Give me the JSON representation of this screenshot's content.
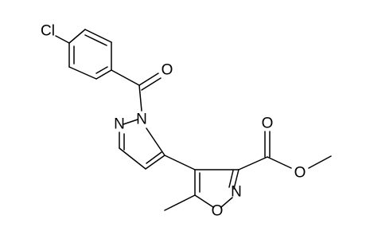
{
  "molecule": {
    "atom_labels": {
      "cl": "Cl",
      "o_ketone": "O",
      "n1": "N",
      "n2": "N",
      "o_ester_carbonyl": "O",
      "o_ester": "O",
      "n_isoxazole": "N",
      "o_isoxazole": "O"
    }
  }
}
